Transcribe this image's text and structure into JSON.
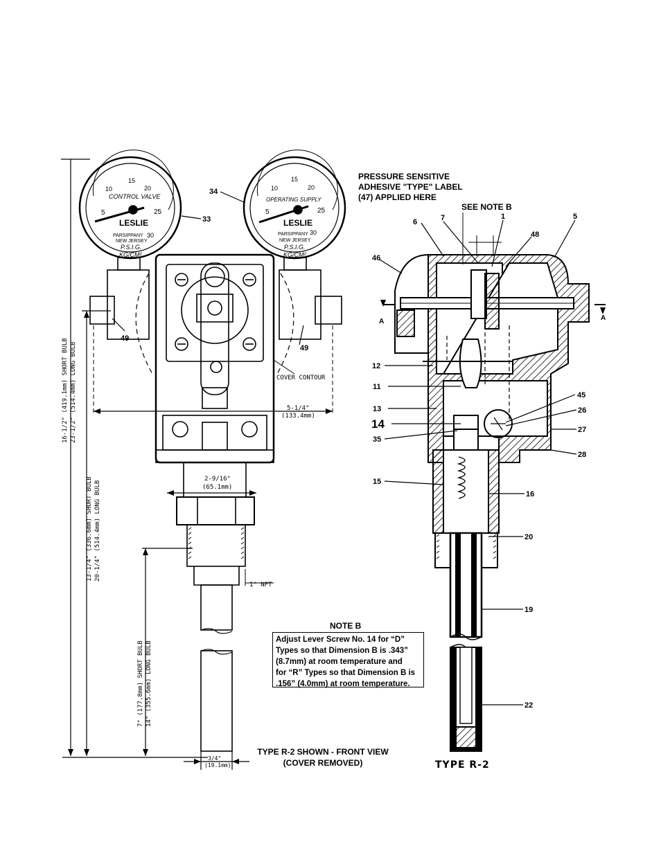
{
  "front_view": {
    "gauge_left": {
      "title": "CONTROL VALVE",
      "brand": "LESLIE",
      "maker": "PARSIPPANY",
      "state": "NEW JERSEY",
      "unit1": "P.S.I.G.",
      "unit2": "KG/CM²",
      "scale": [
        "5",
        "10",
        "15",
        "20",
        "25",
        "30"
      ],
      "callout": "33"
    },
    "gauge_right": {
      "title": "OPERATING SUPPLY",
      "brand": "LESLIE",
      "maker": "PARSIPPANY",
      "state": "NEW JERSEY",
      "unit1": "P.S.I.G.",
      "unit2": "KG/CM²",
      "scale": [
        "5",
        "10",
        "15",
        "20",
        "25",
        "30"
      ],
      "callout": "34"
    },
    "callouts": {
      "left_port": "49",
      "right_port": "49"
    },
    "cover_label": "COVER CONTOUR",
    "dim_width": "5-1/4\"",
    "dim_width_mm": "(133.4mm)",
    "dim_body": "2-9/16\"",
    "dim_body_mm": "(65.1mm)",
    "npt": "1\" NPT",
    "dim_bulb_dia": "3/4\"",
    "dim_bulb_dia_mm": "(19.1mm)",
    "dim_overall": "16-1/2\" (419.1mm) SHORT BULB",
    "dim_overall_long": "23-1/2\" (514.4mm) LONG BULB",
    "dim_mid": "13-1/4\" (336.6mm) SHORT BULB",
    "dim_mid_long": "20-1/4\" (514.4mm) LONG BULB",
    "dim_bulb": "7\" (177.8mm) SHORT BULB",
    "dim_bulb_long": "14\" (355.6mm) LONG BULB",
    "caption_line1": "TYPE R-2 SHOWN - FRONT VIEW",
    "caption_line2": "(COVER REMOVED)"
  },
  "section_view": {
    "label_line1": "PRESSURE SENSITIVE",
    "label_line2": "ADHESIVE \"TYPE\" LABEL",
    "label_line3": "(47) APPLIED HERE",
    "see_note": "SEE NOTE B",
    "section_mark": "A",
    "type_tag": "TYPE  R-2",
    "callouts_top": [
      "6",
      "7",
      "1",
      "48",
      "5",
      "46"
    ],
    "callouts_left": [
      "12",
      "11",
      "13",
      "14",
      "35",
      "15"
    ],
    "callouts_right": [
      "45",
      "26",
      "27",
      "28",
      "16",
      "20",
      "19",
      "22"
    ]
  },
  "note_b": {
    "title": "NOTE B",
    "line1": "Adjust Lever Screw No. 14 for “D”",
    "line2": "Types so that Dimension B is .343”",
    "line3": "(8.7mm) at room temperature and",
    "line4": "for “R” Types so that Dimension B is",
    "line5": ".156” (4.0mm) at room temperature."
  }
}
